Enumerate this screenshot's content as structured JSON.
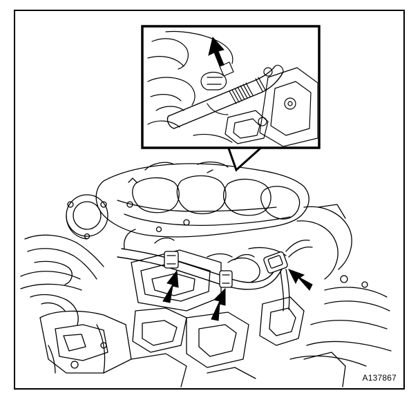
{
  "figure": {
    "code": "A137867",
    "colors": {
      "line": "#000000",
      "background": "#ffffff"
    },
    "callouts": [
      "inset-arrow",
      "hose-clip-arrow-left",
      "hose-clip-arrow-middle",
      "connector-arrow-right"
    ]
  }
}
